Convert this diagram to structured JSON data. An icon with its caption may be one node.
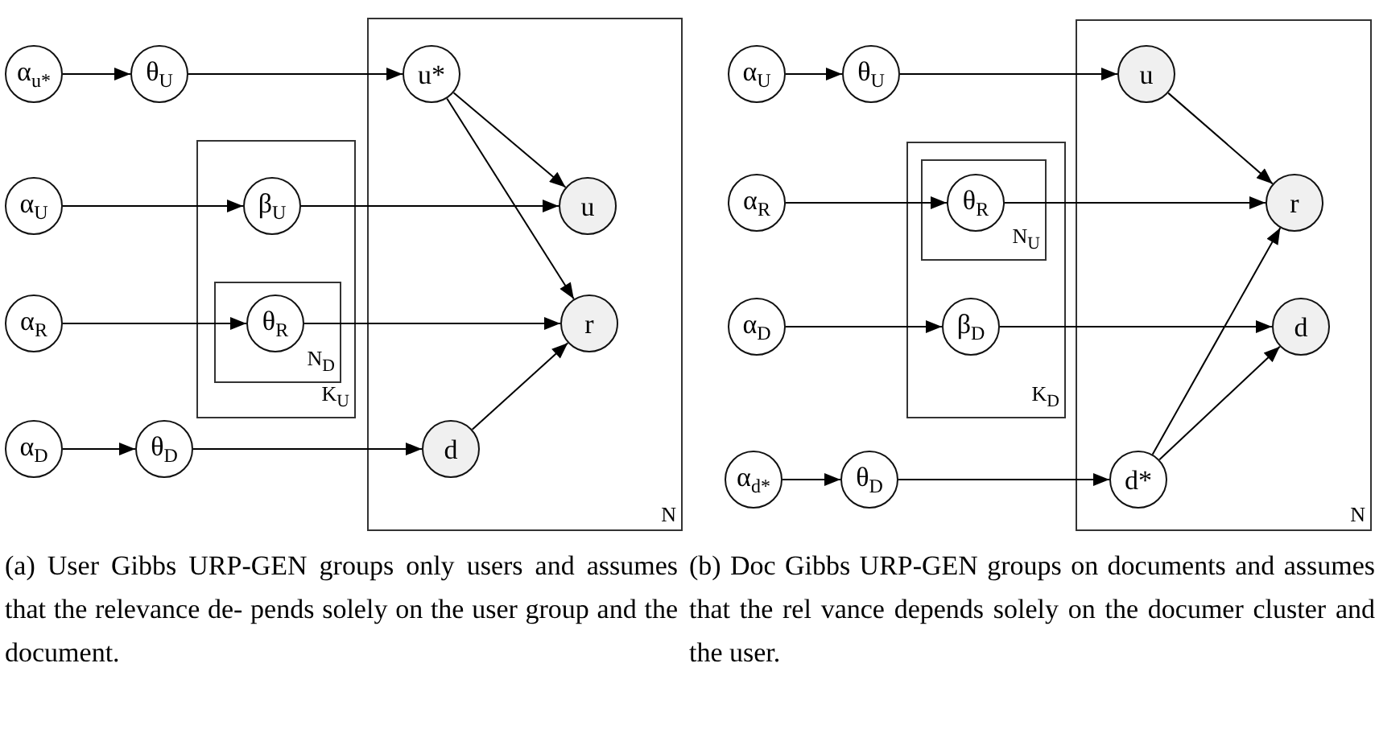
{
  "diagram": {
    "nodes": [
      {
        "text": [
          "N"
        ]
      },
      {
        "text": [
          "K$_{U}$"
        ]
      },
      {
        "text": [
          "N$_{D}$"
        ],
        "in": 1
      },
      {
        "text": [
          "α$_{u*}$"
        ]
      },
      {
        "text": [
          "θ$_{U}$"
        ]
      },
      {
        "text": [
          "u*"
        ],
        "in": 0
      },
      {
        "text": [
          "α$_{U}$"
        ]
      },
      {
        "text": [
          "β$_{U}$"
        ],
        "in": 1
      },
      {
        "text": [
          "u"
        ],
        "in": 0
      },
      {
        "text": [
          "α$_{R}$"
        ]
      },
      {
        "text": [
          "θ$_{R}$"
        ],
        "in": 2
      },
      {
        "text": [
          "r"
        ],
        "in": 0
      },
      {
        "text": [
          "α$_{D}$"
        ]
      },
      {
        "text": [
          "θ$_{D}$"
        ]
      },
      {
        "text": [
          "d"
        ],
        "in": 0
      },
      {
        "text": [
          "N"
        ]
      },
      {
        "text": [
          "K$_{D}$"
        ]
      },
      {
        "text": [
          "N$_{U}$"
        ],
        "in": 16
      },
      {
        "text": [
          "α$_{U}$"
        ]
      },
      {
        "text": [
          "θ$_{U}$"
        ]
      },
      {
        "text": [
          "u"
        ],
        "in": 15
      },
      {
        "text": [
          "α$_{R}$"
        ]
      },
      {
        "text": [
          "θ$_{R}$"
        ],
        "in": 17
      },
      {
        "text": [
          "r"
        ],
        "in": 15
      },
      {
        "text": [
          "α$_{D}$"
        ]
      },
      {
        "text": [
          "β$_{D}$"
        ],
        "in": 16
      },
      {
        "text": [
          "d"
        ],
        "in": 15
      },
      {
        "text": [
          "α$_{d*}$"
        ]
      },
      {
        "text": [
          "θ$_{D}$"
        ]
      },
      {
        "text": [
          "d*"
        ],
        "in": 15
      }
    ],
    "edges": [
      {
        "from": 3,
        "to": 4,
        "arrow": "to"
      },
      {
        "from": 4,
        "to": 5,
        "arrow": "to"
      },
      {
        "from": 5,
        "to": 8,
        "arrow": "to"
      },
      {
        "from": 5,
        "to": 11,
        "arrow": "to"
      },
      {
        "from": 6,
        "to": 7,
        "arrow": "to"
      },
      {
        "from": 7,
        "to": 8,
        "arrow": "to"
      },
      {
        "from": 9,
        "to": 10,
        "arrow": "to"
      },
      {
        "from": 10,
        "to": 11,
        "arrow": "to"
      },
      {
        "from": 12,
        "to": 13,
        "arrow": "to"
      },
      {
        "from": 13,
        "to": 14,
        "arrow": "to"
      },
      {
        "from": 14,
        "to": 11,
        "arrow": "to"
      },
      {
        "from": 18,
        "to": 19,
        "arrow": "to"
      },
      {
        "from": 19,
        "to": 20,
        "arrow": "to"
      },
      {
        "from": 20,
        "to": 23,
        "arrow": "to"
      },
      {
        "from": 21,
        "to": 22,
        "arrow": "to"
      },
      {
        "from": 22,
        "to": 23,
        "arrow": "to"
      },
      {
        "from": 24,
        "to": 25,
        "arrow": "to"
      },
      {
        "from": 25,
        "to": 26,
        "arrow": "to"
      },
      {
        "from": 27,
        "to": 28,
        "arrow": "to"
      },
      {
        "from": 28,
        "to": 29,
        "arrow": "to"
      },
      {
        "from": 29,
        "to": 23,
        "arrow": "to"
      },
      {
        "from": 29,
        "to": 26,
        "arrow": "to"
      }
    ],
    "labels": [
      "(a) User Gibbs URP-GEN groups only users and assumes that the relevance de- pends solely on the user group and the document.",
      "(b) Doc Gibbs URP-GEN groups on documents and assumes that the rel vance depends solely on the documer cluster and the user."
    ]
  }
}
